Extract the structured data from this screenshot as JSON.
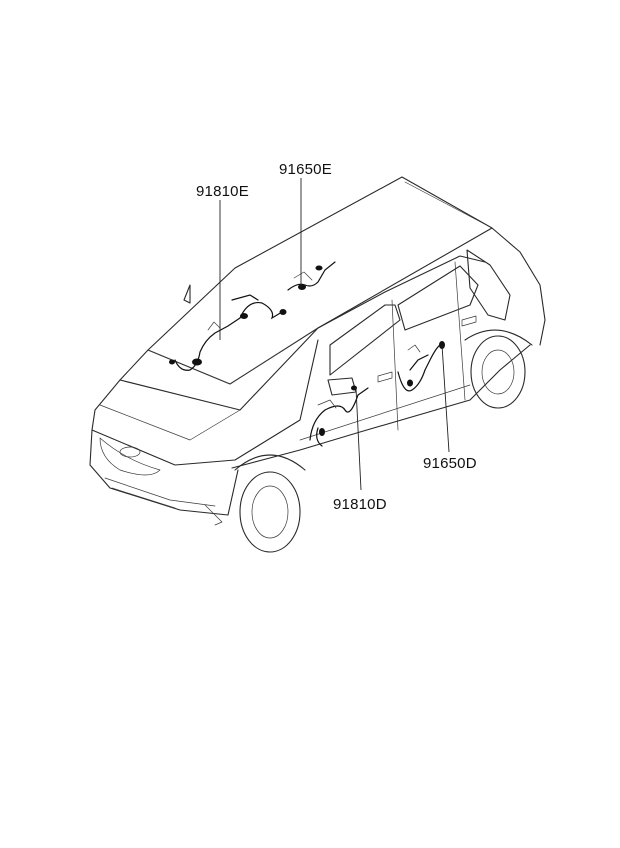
{
  "parts": [
    {
      "id": "front-wiring-harness",
      "label": "91810E"
    },
    {
      "id": "rear-wiring-harness",
      "label": "91650E"
    },
    {
      "id": "front-door-harness",
      "label": "91810D"
    },
    {
      "id": "rear-door-harness",
      "label": "91650D"
    }
  ]
}
